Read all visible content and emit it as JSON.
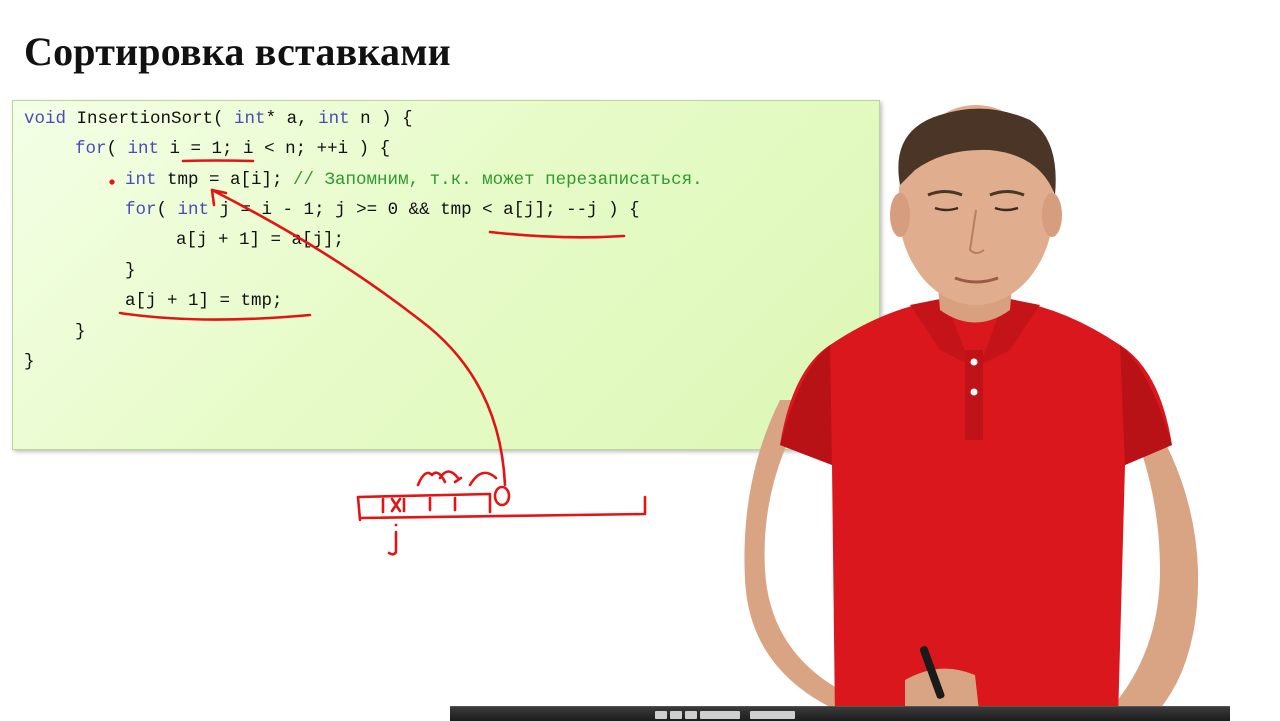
{
  "slide": {
    "title": "Сортировка вставками"
  },
  "code": {
    "line1": {
      "kw1": "void",
      "text1": " InsertionSort( ",
      "kw2": "int",
      "text2": "* a, ",
      "kw3": "int",
      "text3": " n ) {"
    },
    "line2": {
      "kw1": "for",
      "text1": "( ",
      "kw2": "int",
      "text2": " i = 1; i < n; ++i ) {"
    },
    "line3": {
      "kw1": "int",
      "text1": " tmp = a[i]; ",
      "comment": "// Запомним, т.к. может перезаписаться."
    },
    "line4": {
      "kw1": "for",
      "text1": "( ",
      "kw2": "int",
      "text2": " j = i - 1; j >= 0 && tmp < a[j]; --j ) {"
    },
    "line5": {
      "text1": "a[j + 1] = a[j];"
    },
    "line6": {
      "text1": "}"
    },
    "line7": {
      "text1": "a[j + 1] = tmp;"
    },
    "line8": {
      "text1": "}"
    },
    "line9": {
      "text1": "}"
    }
  },
  "colors": {
    "keyword": "#4b4bb8",
    "comment": "#2f9a2f",
    "annotation": "#e31414",
    "panel_background": "#e7fbc9"
  }
}
